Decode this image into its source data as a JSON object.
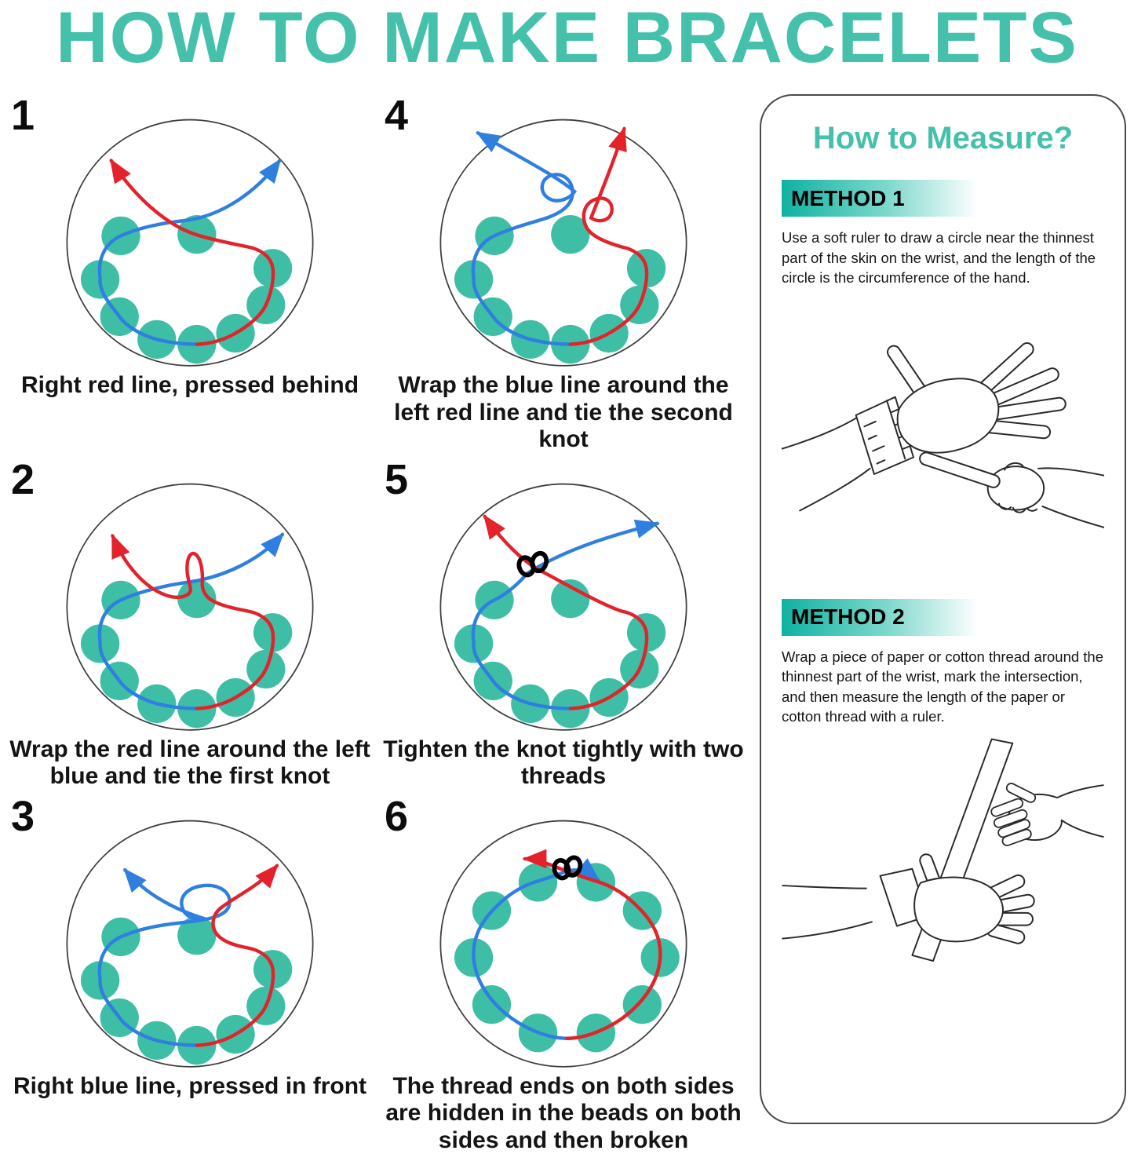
{
  "title": "HOW TO MAKE BRACELETS",
  "steps": [
    {
      "number": "1",
      "caption": "Right red line, pressed behind"
    },
    {
      "number": "4",
      "caption": "Wrap the blue line around the left red line and tie the second knot"
    },
    {
      "number": "2",
      "caption": "Wrap the red line around the left blue and tie the first knot"
    },
    {
      "number": "5",
      "caption": "Tighten the knot tightly with two threads"
    },
    {
      "number": "3",
      "caption": "Right blue line, pressed in front"
    },
    {
      "number": "6",
      "caption": "The thread ends on both sides are hidden in the beads on both sides and then broken"
    }
  ],
  "measure_panel": {
    "title": "How to Measure?",
    "methods": [
      {
        "label": "METHOD 1",
        "text": "Use a soft ruler to draw a circle near the thinnest part of the skin on the wrist, and the length of the circle is the circumference of the hand."
      },
      {
        "label": "METHOD 2",
        "text": "Wrap a piece of paper or cotton thread around the thinnest part of the wrist, mark the intersection, and then measure the length of the paper or cotton thread with a ruler."
      }
    ]
  },
  "colors": {
    "accent": "#45C1AB",
    "bead": "#3EBEA5",
    "thread_red": "#E3222B",
    "thread_blue": "#2F7FE0",
    "knot": "#000000"
  },
  "icons": {
    "red_arrow": "red-arrow-icon",
    "blue_arrow": "blue-arrow-icon",
    "knot": "knot-icon",
    "beads": "bead-icon"
  }
}
